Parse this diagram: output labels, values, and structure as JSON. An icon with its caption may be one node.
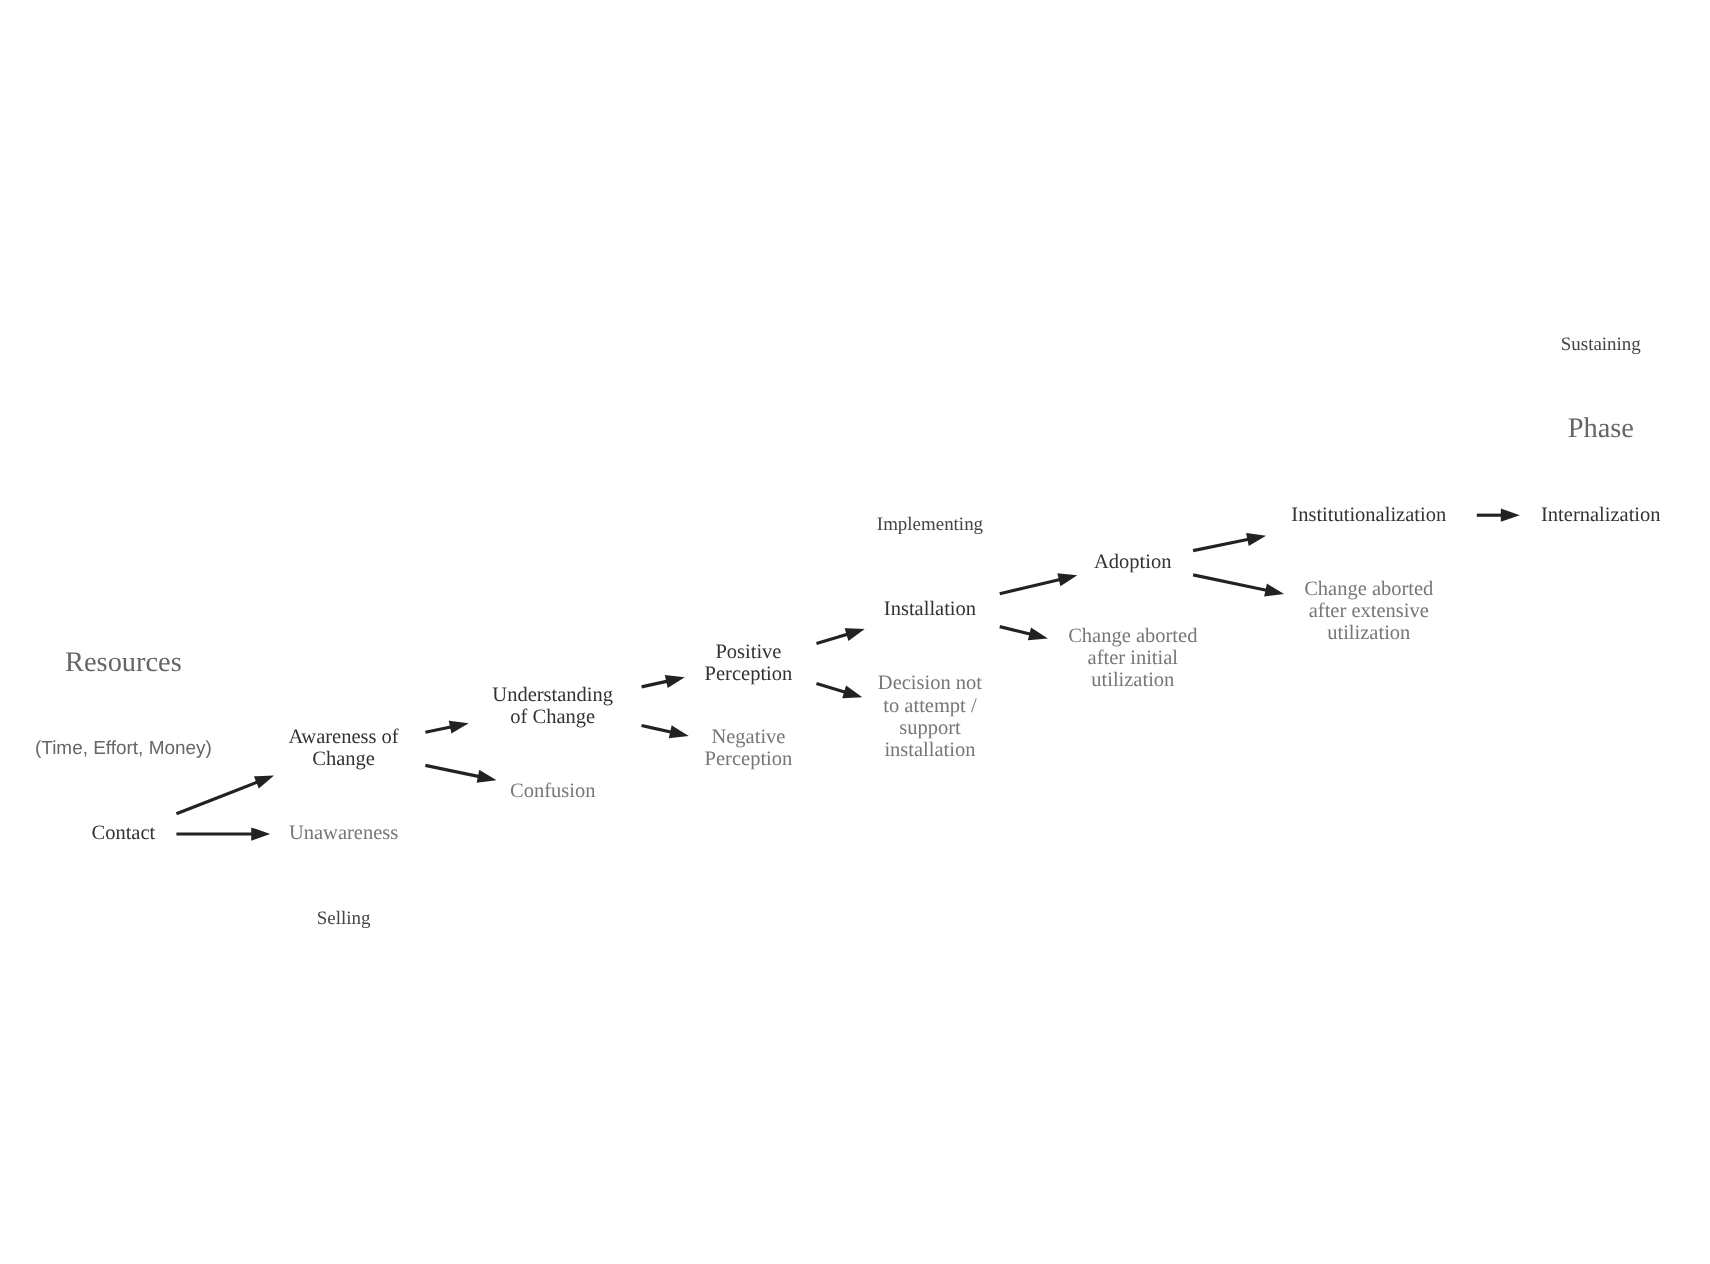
{
  "diagram": {
    "nodes": [
      {
        "text": [
          "Contact"
        ]
      },
      {
        "text": [
          "Awareness of Change"
        ]
      },
      {
        "text": [
          "Unawareness"
        ]
      },
      {
        "text": [
          "Understanding of Change"
        ]
      },
      {
        "text": [
          "Confusion"
        ]
      },
      {
        "text": [
          "Positive Perception"
        ]
      },
      {
        "text": [
          "Negative Perception"
        ]
      },
      {
        "text": [
          "Installation"
        ]
      },
      {
        "text": [
          "Decision not to attempt / support installation"
        ]
      },
      {
        "text": [
          "Adoption"
        ]
      },
      {
        "text": [
          "Change aborted after initial utilization"
        ]
      },
      {
        "text": [
          "Institutionalization"
        ]
      },
      {
        "text": [
          "Change aborted after extensive utilization"
        ]
      },
      {
        "text": [
          "Internalization"
        ]
      }
    ],
    "edges": [
      {
        "from": 0,
        "to": 1,
        "arrow": "to"
      },
      {
        "from": 0,
        "to": 2,
        "arrow": "to"
      },
      {
        "from": 1,
        "to": 3,
        "arrow": "to"
      },
      {
        "from": 1,
        "to": 4,
        "arrow": "to"
      },
      {
        "from": 3,
        "to": 5,
        "arrow": "to"
      },
      {
        "from": 3,
        "to": 6,
        "arrow": "to"
      },
      {
        "from": 5,
        "to": 7,
        "arrow": "to"
      },
      {
        "from": 5,
        "to": 8,
        "arrow": "to"
      },
      {
        "from": 7,
        "to": 9,
        "arrow": "to"
      },
      {
        "from": 7,
        "to": 10,
        "arrow": "to"
      },
      {
        "from": 9,
        "to": 11,
        "arrow": "to"
      },
      {
        "from": 9,
        "to": 12,
        "arrow": "to"
      },
      {
        "from": 11,
        "to": 13,
        "arrow": "to"
      }
    ],
    "labels": [
      "Resources",
      "(Time, Effort, Money)",
      "Phase",
      "Selling",
      "Implementing",
      "Sustaining"
    ]
  }
}
